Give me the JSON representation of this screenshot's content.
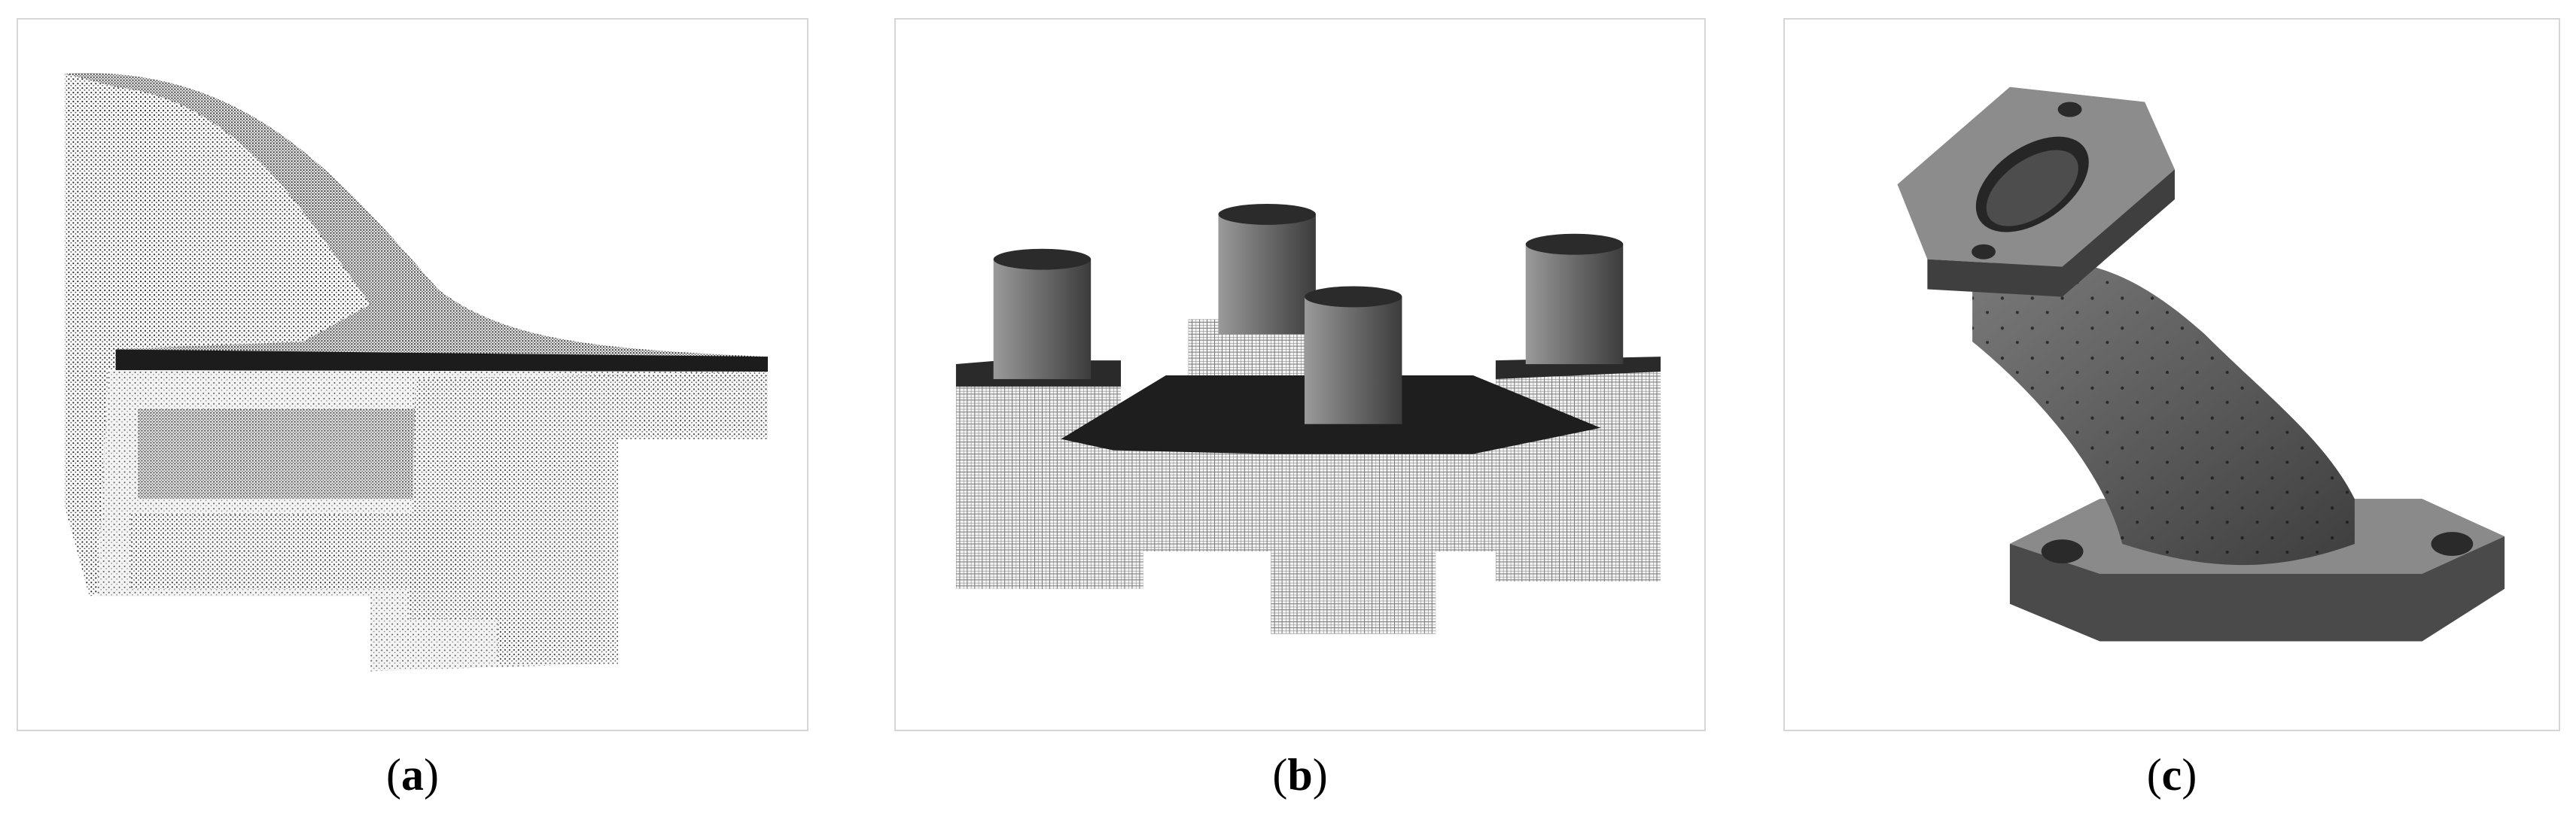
{
  "figure": {
    "panels": [
      {
        "id": "a",
        "label": "a",
        "render_style": "point-cloud"
      },
      {
        "id": "b",
        "label": "b",
        "render_style": "mesh-wireframe-with-shaded-cylinders"
      },
      {
        "id": "c",
        "label": "c",
        "render_style": "shaded-solid"
      }
    ]
  },
  "colors": {
    "background": "#ffffff",
    "panel_border": "#d6d6d6",
    "dark": "#1c1c1c",
    "mid_gray": "#6e6e6e",
    "light_gray": "#bdbdbd"
  }
}
